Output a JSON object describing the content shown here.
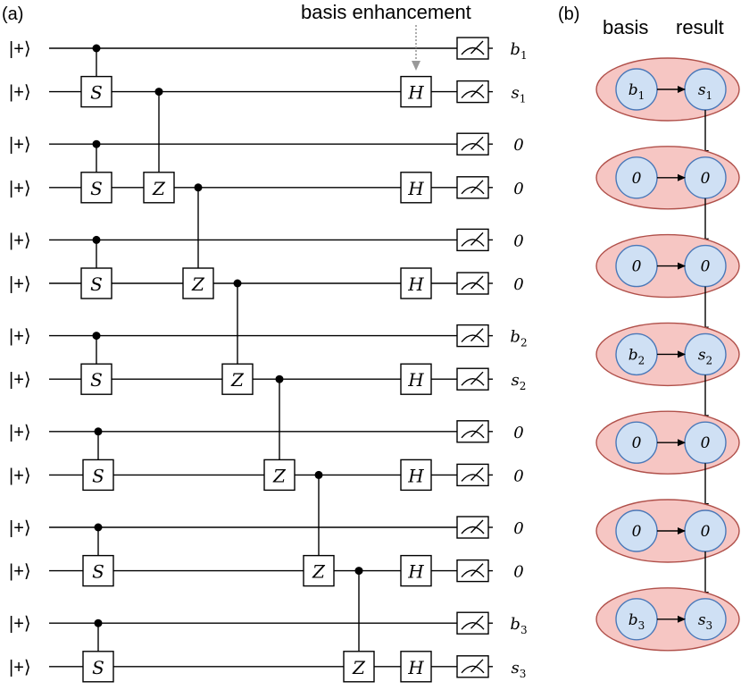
{
  "panel_a_label": "(a)",
  "panel_b_label": "(b)",
  "annotation": "basis enhancement",
  "input_state": "|+⟩",
  "gate_labels": {
    "s": "S",
    "z": "Z",
    "h": "H"
  },
  "outputs": [
    {
      "main": "b",
      "sub": "1"
    },
    {
      "main": "s",
      "sub": "1"
    },
    {
      "main": "0",
      "sub": ""
    },
    {
      "main": "0",
      "sub": ""
    },
    {
      "main": "0",
      "sub": ""
    },
    {
      "main": "0",
      "sub": ""
    },
    {
      "main": "b",
      "sub": "2"
    },
    {
      "main": "s",
      "sub": "2"
    },
    {
      "main": "0",
      "sub": ""
    },
    {
      "main": "0",
      "sub": ""
    },
    {
      "main": "0",
      "sub": ""
    },
    {
      "main": "0",
      "sub": ""
    },
    {
      "main": "b",
      "sub": "3"
    },
    {
      "main": "s",
      "sub": "3"
    }
  ],
  "graph": {
    "header_basis": "basis",
    "header_result": "result",
    "rows": [
      {
        "basis": {
          "main": "b",
          "sub": "1"
        },
        "result": {
          "main": "s",
          "sub": "1"
        }
      },
      {
        "basis": {
          "main": "0",
          "sub": ""
        },
        "result": {
          "main": "0",
          "sub": ""
        }
      },
      {
        "basis": {
          "main": "0",
          "sub": ""
        },
        "result": {
          "main": "0",
          "sub": ""
        }
      },
      {
        "basis": {
          "main": "b",
          "sub": "2"
        },
        "result": {
          "main": "s",
          "sub": "2"
        }
      },
      {
        "basis": {
          "main": "0",
          "sub": ""
        },
        "result": {
          "main": "0",
          "sub": ""
        }
      },
      {
        "basis": {
          "main": "0",
          "sub": ""
        },
        "result": {
          "main": "0",
          "sub": ""
        }
      },
      {
        "basis": {
          "main": "b",
          "sub": "3"
        },
        "result": {
          "main": "s",
          "sub": "3"
        }
      }
    ]
  },
  "colors": {
    "ellipse_fill": "#f6c6c3",
    "ellipse_stroke": "#b0504a",
    "node_fill": "#cfe0f4",
    "node_stroke": "#4a78b8",
    "annotation_arrow": "#999999"
  }
}
